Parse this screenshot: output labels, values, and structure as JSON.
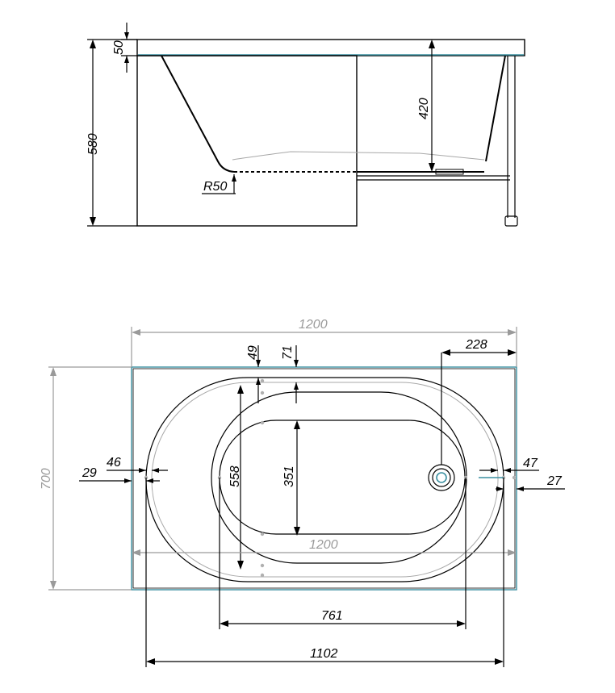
{
  "side_view": {
    "dim_rim_height": "50",
    "dim_total_height": "580",
    "dim_inner_depth": "420",
    "dim_radius": "R50"
  },
  "top_view": {
    "dim_overall_length": "1200",
    "dim_overall_width": "700",
    "dim_drain_offset": "228",
    "dim_rim_49": "49",
    "dim_rim_71": "71",
    "dim_left_46": "46",
    "dim_left_29": "29",
    "dim_right_47": "47",
    "dim_right_27": "27",
    "dim_inner_558": "558",
    "dim_inner_351": "351",
    "dim_inner_length": "1200",
    "dim_bottom_761": "761",
    "dim_bottom_1102": "1102"
  },
  "colors": {
    "outline": "#000000",
    "rim_highlight": "#3a8fa0",
    "dimension_grey": "#9a9a9a"
  }
}
